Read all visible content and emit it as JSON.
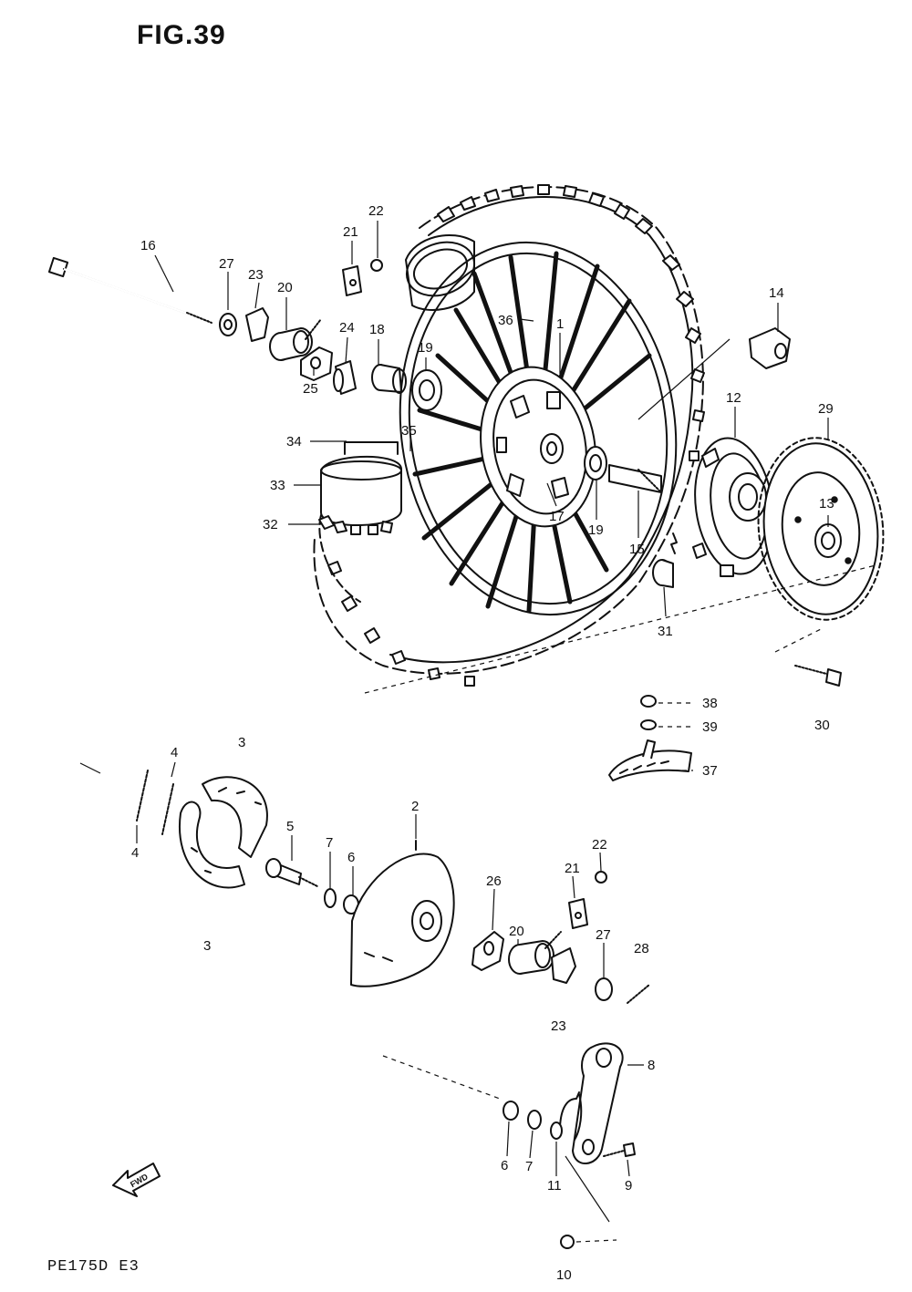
{
  "figure": {
    "title": "FIG.39",
    "model_code": "PE175D E3"
  },
  "callouts": [
    {
      "id": "c16",
      "label": "16"
    },
    {
      "id": "c27a",
      "label": "27"
    },
    {
      "id": "c23a",
      "label": "23"
    },
    {
      "id": "c20a",
      "label": "20"
    },
    {
      "id": "c21a",
      "label": "21"
    },
    {
      "id": "c22a",
      "label": "22"
    },
    {
      "id": "c24",
      "label": "24"
    },
    {
      "id": "c18",
      "label": "18"
    },
    {
      "id": "c19a",
      "label": "19"
    },
    {
      "id": "c25",
      "label": "25"
    },
    {
      "id": "c36",
      "label": "36"
    },
    {
      "id": "c1",
      "label": "1"
    },
    {
      "id": "c14",
      "label": "14"
    },
    {
      "id": "c12",
      "label": "12"
    },
    {
      "id": "c29",
      "label": "29"
    },
    {
      "id": "c34",
      "label": "34"
    },
    {
      "id": "c35",
      "label": "35"
    },
    {
      "id": "c33",
      "label": "33"
    },
    {
      "id": "c32",
      "label": "32"
    },
    {
      "id": "c17",
      "label": "17"
    },
    {
      "id": "c19b",
      "label": "19"
    },
    {
      "id": "c15",
      "label": "15"
    },
    {
      "id": "c13",
      "label": "13"
    },
    {
      "id": "c31",
      "label": "31"
    },
    {
      "id": "c38",
      "label": "38"
    },
    {
      "id": "c39",
      "label": "39"
    },
    {
      "id": "c30",
      "label": "30"
    },
    {
      "id": "c37",
      "label": "37"
    },
    {
      "id": "c3a",
      "label": "3"
    },
    {
      "id": "c4a",
      "label": "4"
    },
    {
      "id": "c4b",
      "label": "4"
    },
    {
      "id": "c3b",
      "label": "3"
    },
    {
      "id": "c5",
      "label": "5"
    },
    {
      "id": "c7a",
      "label": "7"
    },
    {
      "id": "c6a",
      "label": "6"
    },
    {
      "id": "c2",
      "label": "2"
    },
    {
      "id": "c26",
      "label": "26"
    },
    {
      "id": "c20b",
      "label": "20"
    },
    {
      "id": "c21b",
      "label": "21"
    },
    {
      "id": "c22b",
      "label": "22"
    },
    {
      "id": "c27b",
      "label": "27"
    },
    {
      "id": "c28",
      "label": "28"
    },
    {
      "id": "c23b",
      "label": "23"
    },
    {
      "id": "c8",
      "label": "8"
    },
    {
      "id": "c6b",
      "label": "6"
    },
    {
      "id": "c7b",
      "label": "7"
    },
    {
      "id": "c11",
      "label": "11"
    },
    {
      "id": "c9",
      "label": "9"
    },
    {
      "id": "c10",
      "label": "10"
    }
  ],
  "fwd_arrow_label": "FWD"
}
